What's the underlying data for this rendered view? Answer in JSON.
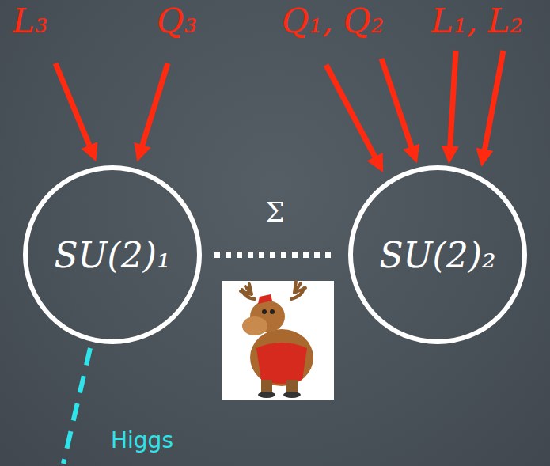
{
  "diagram": {
    "nodes": [
      {
        "text": [
          "SU(2)₁"
        ]
      },
      {
        "text": [
          "SU(2)₂"
        ]
      }
    ],
    "edges": [
      {
        "from": 0,
        "to": 1,
        "arrow": "none",
        "label": "Σ"
      }
    ],
    "labels": [
      "L₃",
      "Q₃",
      "Q₁, Q₂",
      "L₁, L₂",
      "Higgs"
    ]
  }
}
